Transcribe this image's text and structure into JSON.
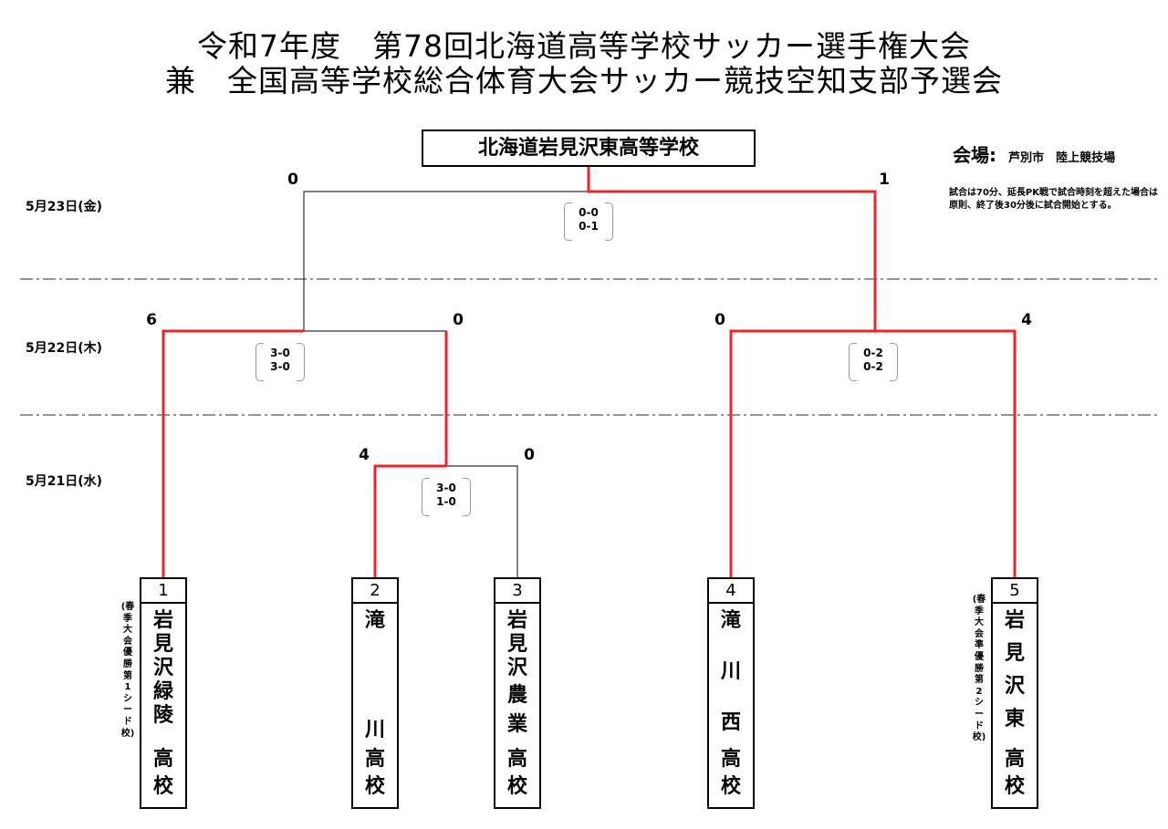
{
  "title": {
    "line1": "令和7年度　第78回北海道高等学校サッカー選手権大会",
    "line2": "兼　全国高等学校総合体育大会サッカー競技空知支部予選会"
  },
  "champion": "北海道岩見沢東高等学校",
  "venue": {
    "label": "会場:",
    "value": "芦別市　陸上競技場"
  },
  "note": "試合は70分、延長PK戦で試合時刻を超えた場合は原則、終了後30分後に試合開始とする。",
  "dates": [
    "5月23日(金)",
    "5月22日(木)",
    "5月21日(水)"
  ],
  "colors": {
    "win_line": "#e8262a",
    "line": "#555555"
  },
  "scores": {
    "final_left": "0",
    "final_right": "1",
    "sf1_left": "6",
    "sf1_right": "0",
    "sf2_left": "0",
    "sf2_right": "4",
    "r1_left": "4",
    "r1_right": "0"
  },
  "halves": {
    "final": [
      "0-0",
      "0-1"
    ],
    "sf1": [
      "3-0",
      "3-0"
    ],
    "sf2": [
      "0-2",
      "0-2"
    ],
    "r1": [
      "3-0",
      "1-0"
    ]
  },
  "teams": [
    {
      "num": "1",
      "name": [
        "岩",
        "見",
        "沢",
        "緑",
        "陵",
        "高",
        "校"
      ],
      "seed": "(春季大会優勝　第1シード校)"
    },
    {
      "num": "2",
      "name": [
        "滝",
        "川",
        "高",
        "校"
      ]
    },
    {
      "num": "3",
      "name": [
        "岩",
        "見",
        "沢",
        "農",
        "業",
        "高",
        "校"
      ]
    },
    {
      "num": "4",
      "name": [
        "滝",
        "川",
        "西",
        "高",
        "校"
      ]
    },
    {
      "num": "5",
      "name": [
        "岩",
        "見",
        "沢",
        "東",
        "高",
        "校"
      ],
      "seed": "(春季大会準優勝　第2シード校)"
    }
  ]
}
